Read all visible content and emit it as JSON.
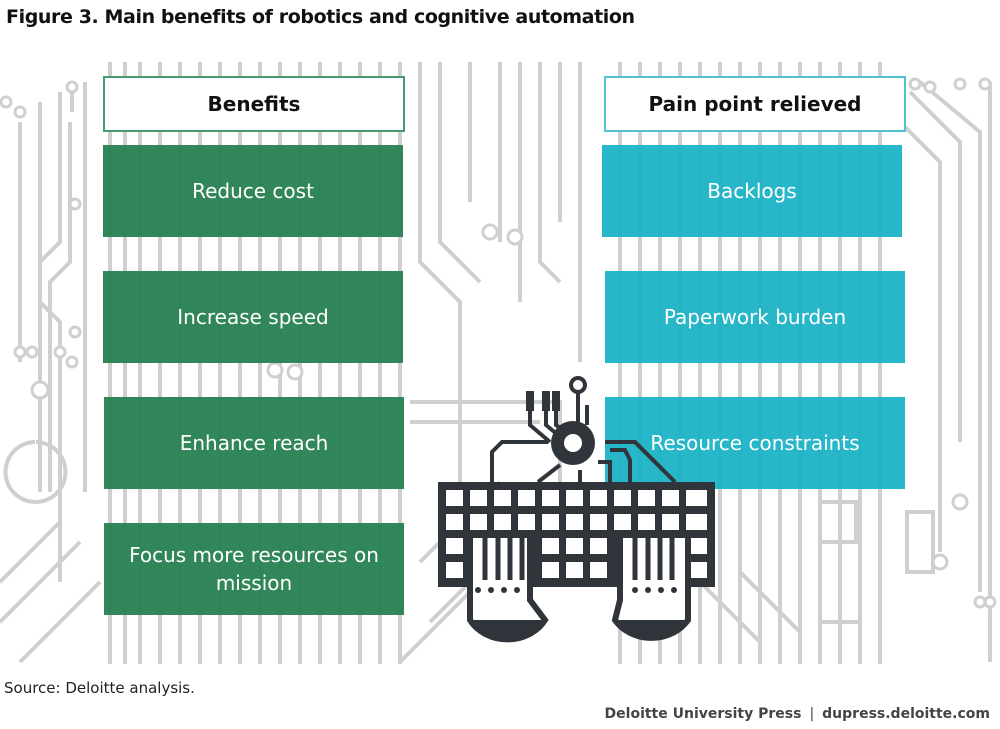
{
  "figure": {
    "title": "Figure 3. Main benefits of robotics and cognitive automation"
  },
  "columns": {
    "benefits": {
      "header": "Benefits",
      "color": "#268150",
      "items": [
        "Reduce cost",
        "Increase speed",
        "Enhance reach",
        "Focus more resources on mission"
      ]
    },
    "pain_points": {
      "header": "Pain point relieved",
      "color": "#18b2c5",
      "items": [
        "Backlogs",
        "Paperwork burden",
        "Resource constraints"
      ]
    }
  },
  "illustration": {
    "icon": "robot-keyboard-hands-icon",
    "color": "#30343b"
  },
  "footer": {
    "source": "Source: Deloitte analysis.",
    "publisher": "Deloitte University Press",
    "separator": "|",
    "website": "dupress.deloitte.com"
  }
}
